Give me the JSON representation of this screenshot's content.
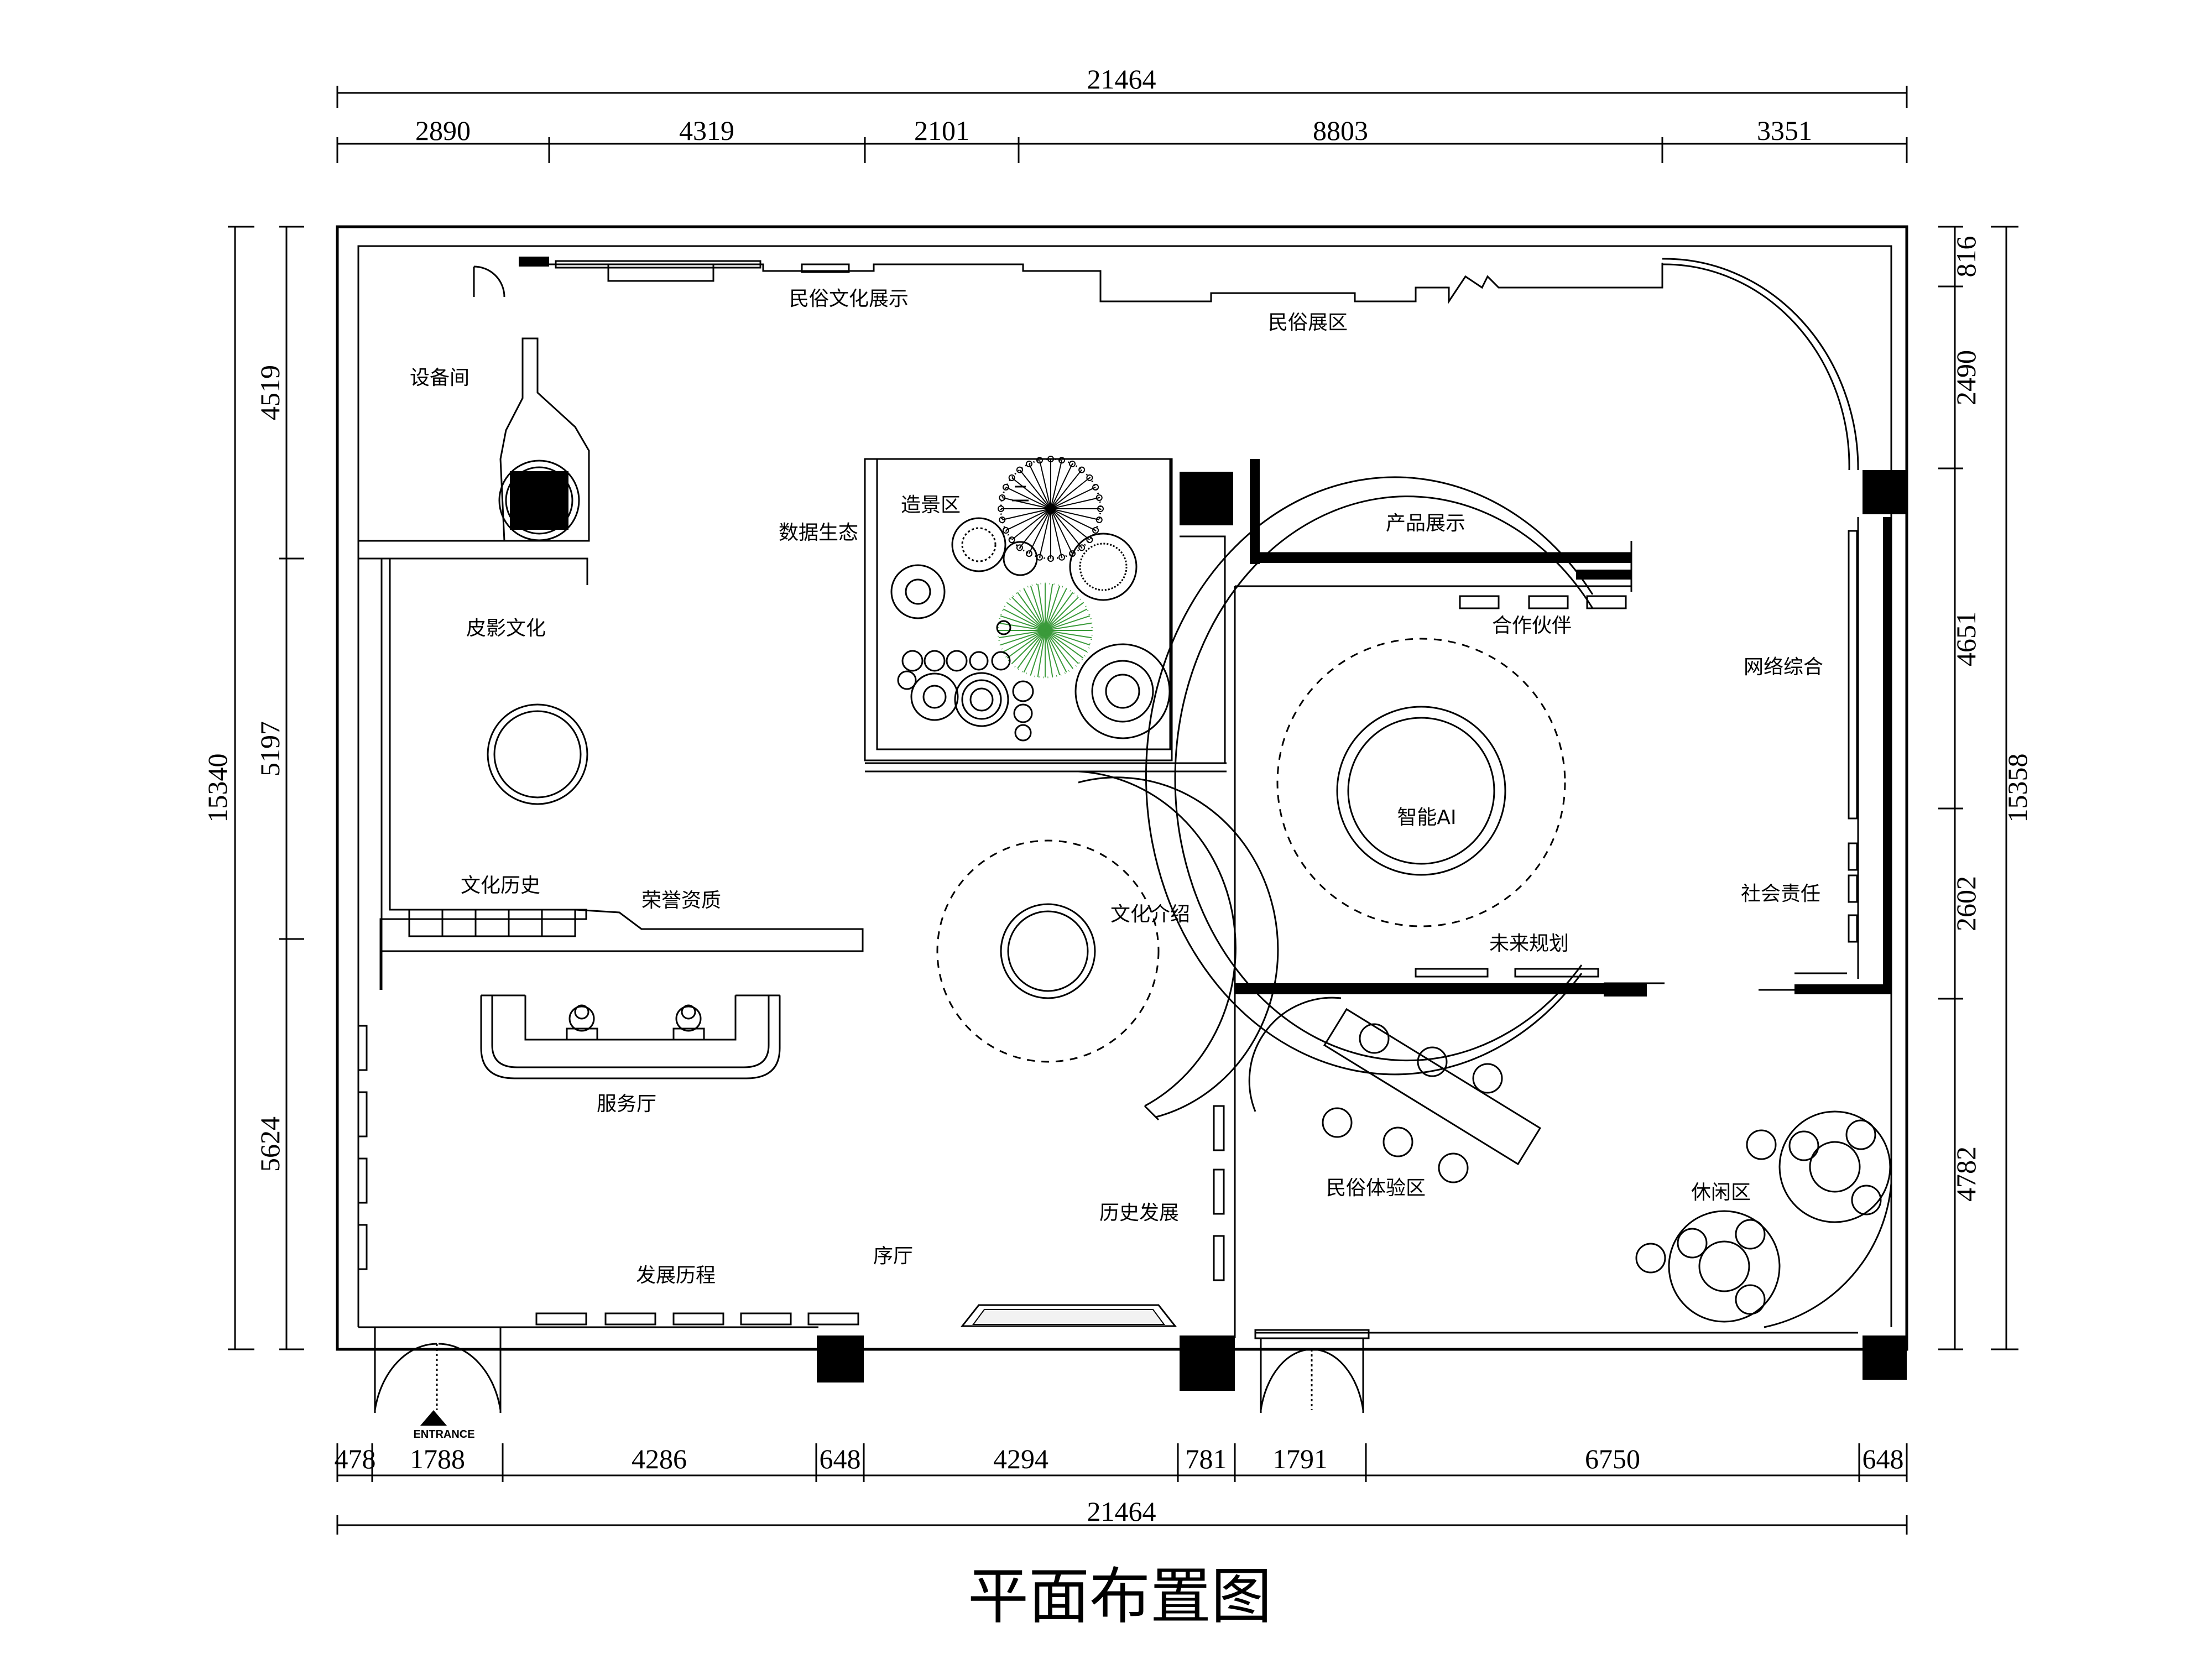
{
  "title": "平面布置图",
  "entrance_label": "ENTRANCE",
  "dimensions": {
    "top_total": "21464",
    "top_segments": [
      "2890",
      "4319",
      "2101",
      "8803",
      "3351"
    ],
    "bottom_total": "21464",
    "bottom_segments": [
      "478",
      "1788",
      "4286",
      "648",
      "4294",
      "781",
      "1791",
      "6750",
      "648"
    ],
    "left_total": "15340",
    "left_segments": [
      "4519",
      "5197",
      "5624"
    ],
    "right_total": "15358",
    "right_segments": [
      "816",
      "2490",
      "4651",
      "2602",
      "4782"
    ]
  },
  "rooms": {
    "folk_culture_display": "民俗文化展示",
    "folk_exhibit_area": "民俗展区",
    "equipment_room": "设备间",
    "landscape_area": "造景区",
    "data_ecology": "数据生态",
    "product_display": "产品展示",
    "partners": "合作伙伴",
    "network_synthesis": "网络综合",
    "shadow_puppet_culture": "皮影文化",
    "smart_ai": "智能AI",
    "social_responsibility": "社会责任",
    "culture_history": "文化历史",
    "honors_qualifications": "荣誉资质",
    "culture_intro": "文化介绍",
    "future_planning": "未来规划",
    "service_hall": "服务厅",
    "folk_experience_area": "民俗体验区",
    "leisure_area": "休闲区",
    "history_development": "历史发展",
    "foyer": "序厅",
    "development_course": "发展历程"
  },
  "colors": {
    "line": "#000000",
    "plant_accent": "#3a9a3a",
    "plant_accent2": "#e6e09a"
  }
}
